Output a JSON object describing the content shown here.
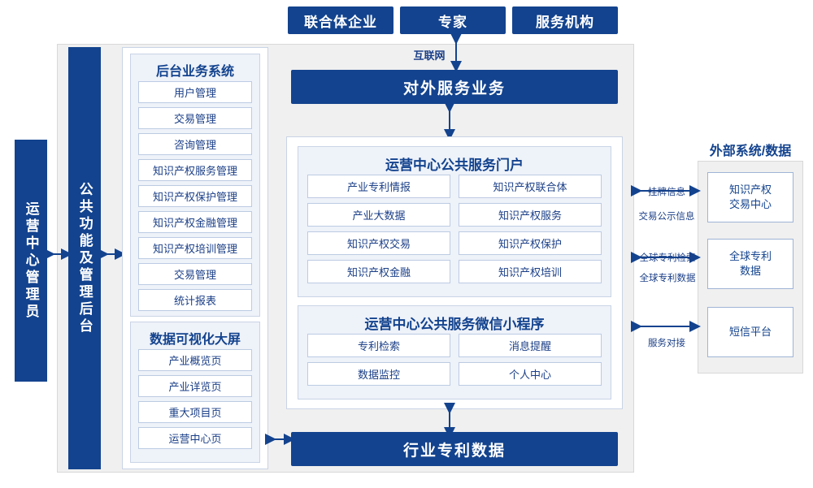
{
  "top_buttons": [
    {
      "label": "联合体企业"
    },
    {
      "label": "专家"
    },
    {
      "label": "服务机构"
    }
  ],
  "internet_label": "互联网",
  "external_service_title": "对外服务业务",
  "left_bars": [
    {
      "label": "运营中心管理员"
    },
    {
      "label": "公共功能及管理后台"
    }
  ],
  "backend_panel": {
    "title": "后台业务系统",
    "items": [
      "用户管理",
      "交易管理",
      "咨询管理",
      "知识产权服务管理",
      "知识产权保护管理",
      "知识产权金融管理",
      "知识产权培训管理",
      "交易管理",
      "统计报表"
    ]
  },
  "visual_panel": {
    "title": "数据可视化大屏",
    "items": [
      "产业概览页",
      "产业详览页",
      "重大项目页",
      "运营中心页"
    ]
  },
  "portal_panel": {
    "title": "运营中心公共服务门户",
    "items": [
      "产业专利情报",
      "知识产权联合体",
      "产业大数据",
      "知识产权服务",
      "知识产权交易",
      "知识产权保护",
      "知识产权金融",
      "知识产权培训"
    ]
  },
  "miniapp_panel": {
    "title": "运营中心公共服务微信小程序",
    "items": [
      "专利检索",
      "消息提醒",
      "数据监控",
      "个人中心"
    ]
  },
  "industry_data_title": "行业专利数据",
  "external": {
    "title": "外部系统/数据",
    "boxes": [
      {
        "label": "知识产权\n交易中心"
      },
      {
        "label": "全球专利\n数据"
      },
      {
        "label": "短信平台"
      }
    ],
    "connector_labels": [
      "挂牌信息",
      "交易公示信息",
      "全球专利检索",
      "全球专利数据",
      "服务对接"
    ]
  },
  "colors": {
    "navy": "#13438e",
    "panel_border": "#c9d4e6",
    "cell_border": "#bccbe3",
    "gray_bg": "#f0f0f0"
  }
}
